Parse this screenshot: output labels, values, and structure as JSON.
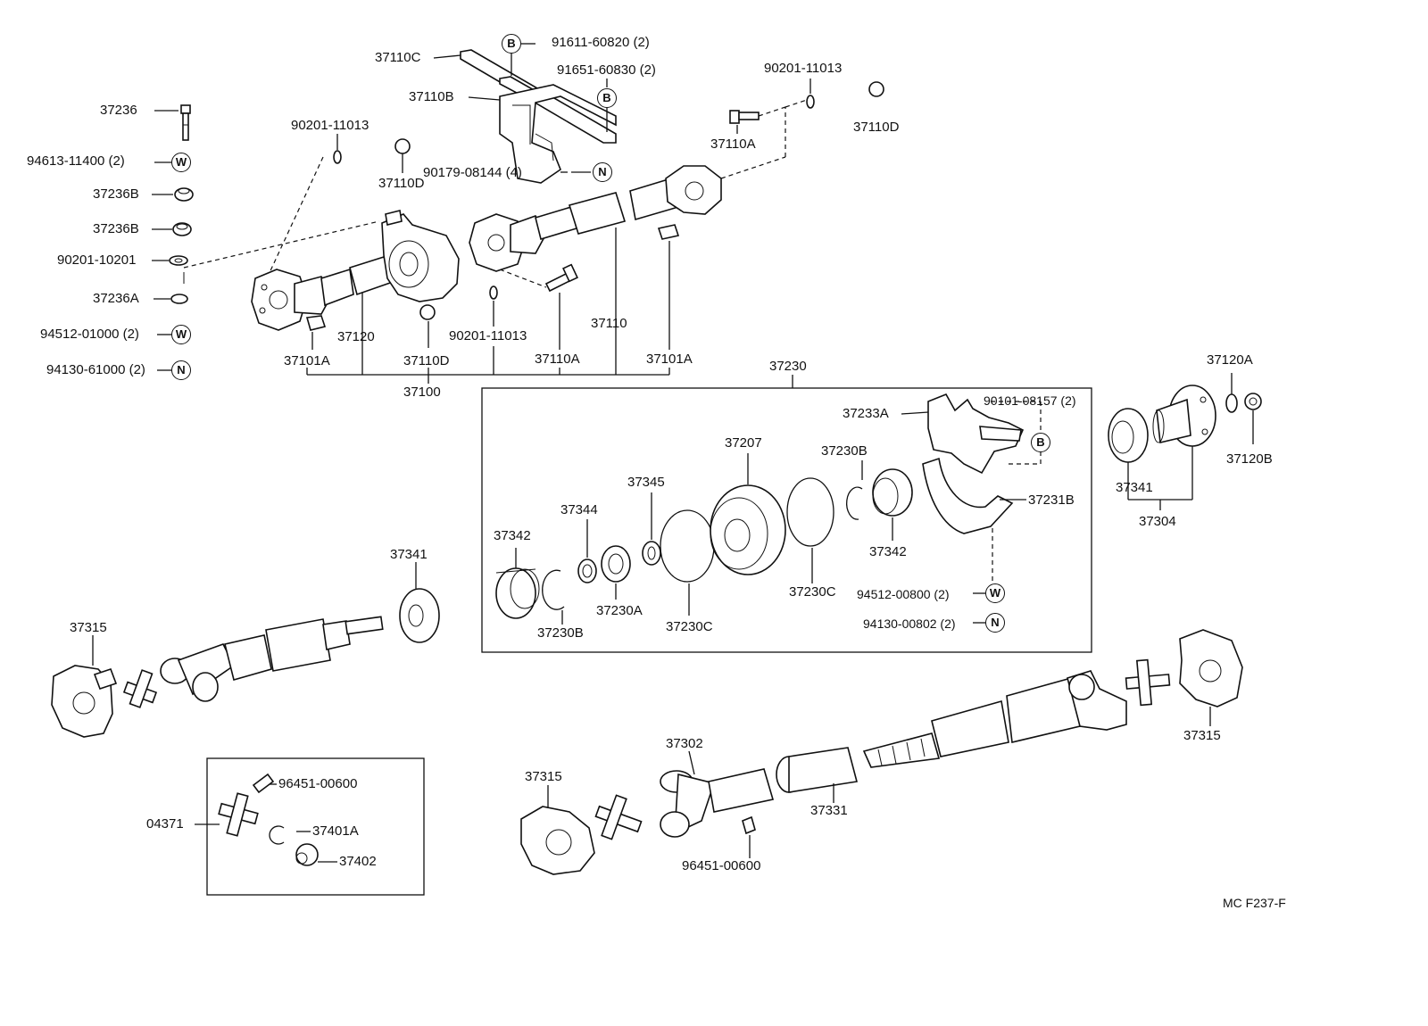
{
  "labels": {
    "l37236": "37236",
    "l94613": "94613-11400 (2)",
    "l37236B_1": "37236B",
    "l37236B_2": "37236B",
    "l90201_10201": "90201-10201",
    "l37236A": "37236A",
    "l94512_01000": "94512-01000 (2)",
    "l94130_61000": "94130-61000 (2)",
    "l90201_11013_a": "90201-11013",
    "l37110D_a": "37110D",
    "l37110C": "37110C",
    "l91611": "91611-60820 (2)",
    "l91651": "91651-60830 (2)",
    "l37110B": "37110B",
    "l90179": "90179-08144 (4)",
    "l90201_11013_b": "90201-11013",
    "l37110D_b": "37110D",
    "l37110A_a": "37110A",
    "l37120": "37120",
    "l37110D_c": "37110D",
    "l90201_11013_c": "90201-11013",
    "l37110A_b": "37110A",
    "l37110": "37110",
    "l37101A_a": "37101A",
    "l37101A_b": "37101A",
    "l37100": "37100",
    "l37230": "37230",
    "l90101": "90101-08157 (2)",
    "l37233A": "37233A",
    "l37207": "37207",
    "l37230B_a": "37230B",
    "l37345": "37345",
    "l37344": "37344",
    "l37342_a": "37342",
    "l37342_b": "37342",
    "l37231B": "37231B",
    "l37230C_a": "37230C",
    "l94512_00800": "94512-00800 (2)",
    "l94130_00802": "94130-00802 (2)",
    "l37230A": "37230A",
    "l37230B_b": "37230B",
    "l37230C_b": "37230C",
    "l37120A": "37120A",
    "l37120B": "37120B",
    "l37341_a": "37341",
    "l37304": "37304",
    "l37341_b": "37341",
    "l37315_a": "37315",
    "l37315_b": "37315",
    "l37315_c": "37315",
    "l37302": "37302",
    "l37331": "37331",
    "l96451_a": "96451-00600",
    "l96451_b": "96451-00600",
    "l04371": "04371",
    "l37401A": "37401A",
    "l37402": "37402",
    "code": "MC F237-F"
  },
  "symbols": {
    "s_w1": "W",
    "s_w2": "W",
    "s_n1": "N",
    "s_b1": "B",
    "s_b2": "B",
    "s_n2": "N",
    "s_b3": "B",
    "s_w3": "W",
    "s_n3": "N"
  }
}
